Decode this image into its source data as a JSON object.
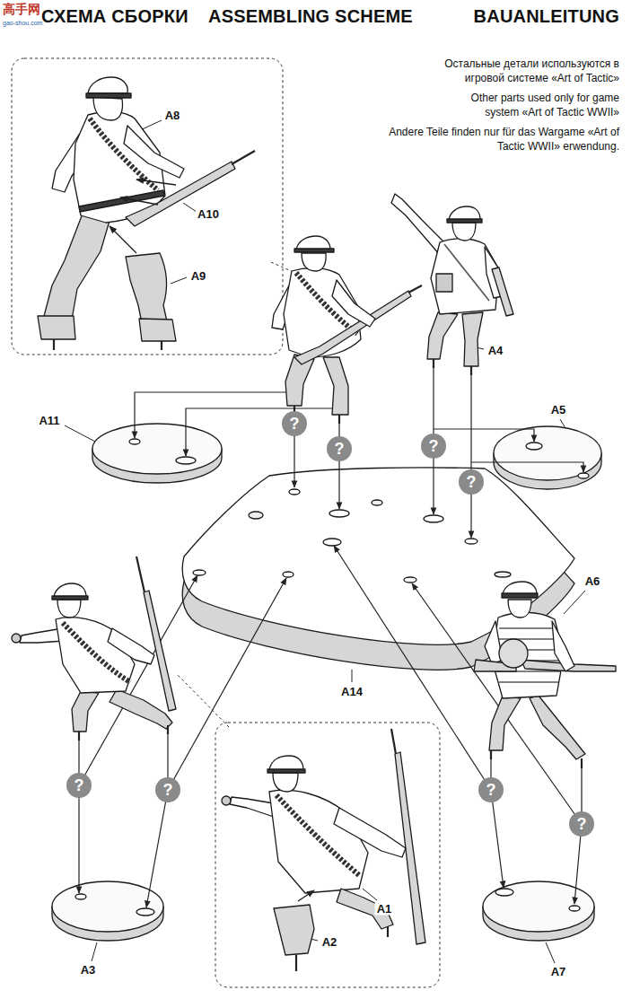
{
  "diagram": {
    "nodes": [
      {
        "text": [
          "?"
        ]
      },
      {
        "text": [
          "?"
        ]
      },
      {
        "text": [
          "?"
        ]
      },
      {
        "text": [
          "?"
        ]
      },
      {
        "text": [
          "?"
        ]
      },
      {
        "text": [
          "?"
        ]
      },
      {
        "text": [
          "?"
        ]
      },
      {
        "text": [
          "?"
        ]
      }
    ],
    "labels": [
      "高手网",
      "gao-shou.com",
      "СХЕМА СБОРКИ",
      "ASSEMBLING SCHEME",
      "BAUANLEITUNG",
      "Остальные детали используются в игровой системе «Art of Tactic»",
      "Other parts used only for game system «Art of Tactic WWII»",
      "Andere Teile finden nur für das Wargame «Art of Tactic WWII» erwendung.",
      "A8",
      "A10",
      "A9",
      "A4",
      "A11",
      "A5",
      "A14",
      "A6",
      "A3",
      "A2",
      "A1",
      "A7"
    ]
  }
}
